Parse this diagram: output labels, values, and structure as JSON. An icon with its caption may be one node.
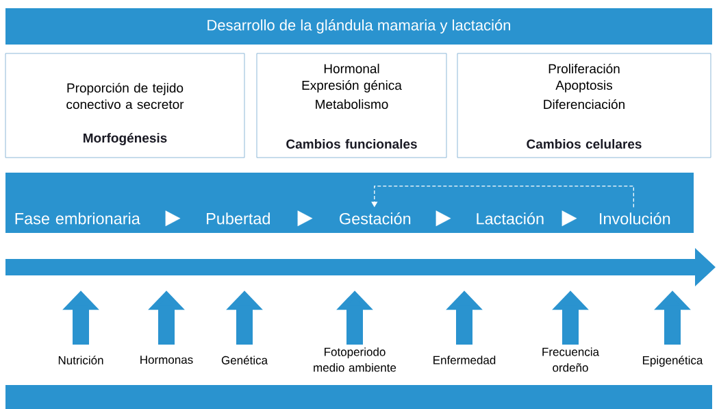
{
  "diagram": {
    "nodes": [
      {
        "text": [
          "Desarrollo de la glándula mamaria y lactación"
        ]
      },
      {
        "text": [
          "Proporción de tejido conectivo a secretor",
          "Morfogénesis"
        ]
      },
      {
        "text": [
          "Hormonal",
          "Expresión génica",
          "Metabolismo",
          "Cambios funcionales"
        ]
      },
      {
        "text": [
          "Proliferación",
          "Apoptosis",
          "Diferenciación",
          "Cambios celulares"
        ]
      },
      {
        "text": [],
        "shape": "bar"
      },
      {
        "text": [
          "Fase embrionaria"
        ],
        "in": 4
      },
      {
        "text": [
          "Pubertad"
        ],
        "in": 4
      },
      {
        "text": [
          "Gestación"
        ],
        "in": 4
      },
      {
        "text": [
          "Lactación"
        ],
        "in": 4
      },
      {
        "text": [
          "Involución"
        ],
        "in": 4
      },
      {
        "text": [],
        "shape": "arrow"
      },
      {
        "text": [
          "Nutrición"
        ]
      },
      {
        "text": [
          "Hormonas"
        ]
      },
      {
        "text": [
          "Genética"
        ]
      },
      {
        "text": [
          "Fotoperiodo medio ambiente"
        ]
      },
      {
        "text": [
          "Enfermedad"
        ]
      },
      {
        "text": [
          "Frecuencia ordeño"
        ]
      },
      {
        "text": [
          "Epigenética"
        ]
      },
      {
        "text": [],
        "shape": "bar"
      }
    ],
    "edges": [
      {
        "from": 5,
        "to": 6,
        "arrow": "to",
        "color": "#ffffff"
      },
      {
        "from": 6,
        "to": 7,
        "arrow": "to",
        "color": "#ffffff"
      },
      {
        "from": 7,
        "to": 8,
        "arrow": "to",
        "color": "#ffffff"
      },
      {
        "from": 8,
        "to": 9,
        "arrow": "to",
        "color": "#ffffff"
      },
      {
        "from": 9,
        "to": 7,
        "arrow": "to",
        "style": "dashed",
        "color": "#ffffff"
      },
      {
        "from": 11,
        "to": 10,
        "arrow": "to"
      },
      {
        "from": 12,
        "to": 10,
        "arrow": "to"
      },
      {
        "from": 13,
        "to": 10,
        "arrow": "to"
      },
      {
        "from": 14,
        "to": 10,
        "arrow": "to"
      },
      {
        "from": 15,
        "to": 10,
        "arrow": "to"
      },
      {
        "from": 16,
        "to": 10,
        "arrow": "to"
      },
      {
        "from": 17,
        "to": 10,
        "arrow": "to"
      }
    ]
  }
}
